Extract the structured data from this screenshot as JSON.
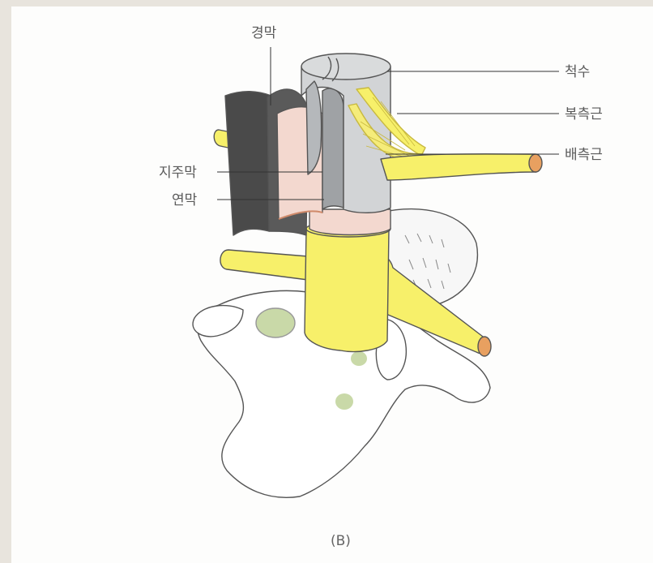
{
  "labels": {
    "dura": "경막",
    "spinal_cord": "척수",
    "ventral_root": "복측근",
    "dorsal_root": "배측근",
    "arachnoid": "지주막",
    "pia": "연막"
  },
  "caption": "(B)",
  "colors": {
    "dura": "#4a4a4a",
    "arachnoid": "#f3d8cf",
    "pia": "#b9bcbf",
    "cord": "#d2d4d6",
    "nerve": "#f7f06a",
    "bone": "#ffffff",
    "disc": "#f7f7f7",
    "ganglion": "#c9d9a8"
  }
}
